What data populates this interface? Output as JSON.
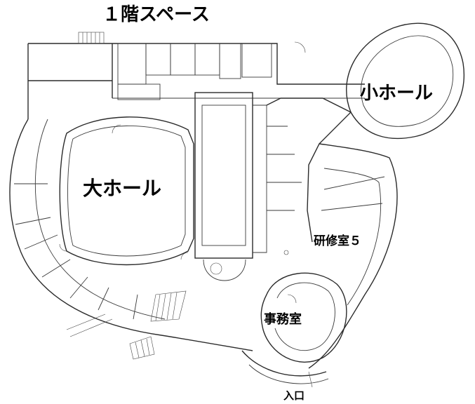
{
  "title": "１階スペース",
  "rooms": {
    "large_hall": "大ホール",
    "small_hall": "小ホール",
    "training_room": "研修室５",
    "office": "事務室",
    "entrance": "入口"
  }
}
